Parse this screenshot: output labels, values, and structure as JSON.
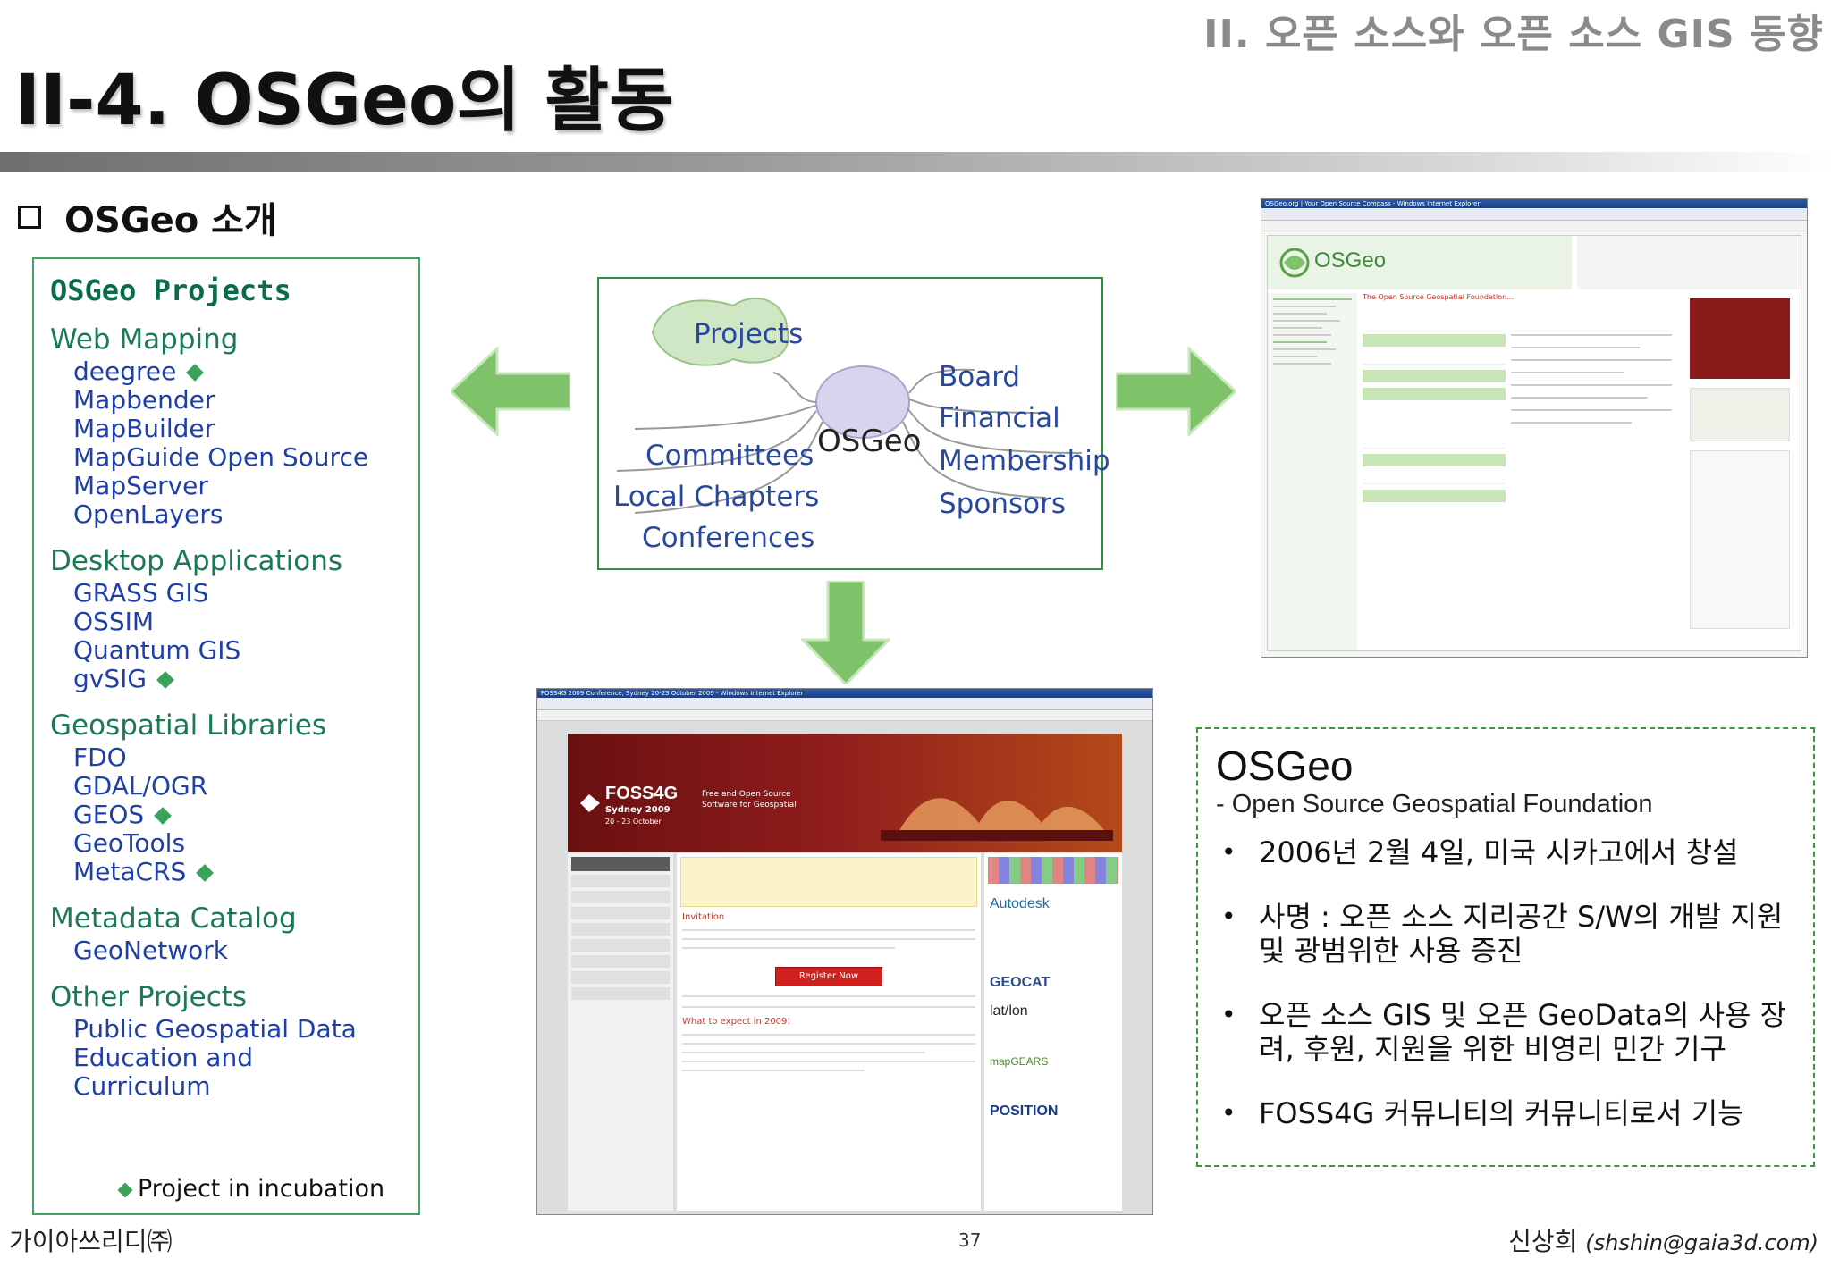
{
  "header": {
    "subtitle": "II. 오픈 소스와 오픈 소스 GIS 동향",
    "title": "II-4. OSGeo의 활동"
  },
  "section": {
    "heading": "OSGeo 소개"
  },
  "projects_panel": {
    "title": "OSGeo Projects",
    "groups": [
      {
        "category": "Web Mapping",
        "items": [
          "deegree",
          "Mapbender",
          "MapBuilder",
          "MapGuide Open Source",
          "MapServer",
          "OpenLayers"
        ]
      },
      {
        "category": "Desktop Applications",
        "items": [
          "GRASS GIS",
          "OSSIM",
          "Quantum GIS",
          "gvSIG"
        ]
      },
      {
        "category": "Geospatial Libraries",
        "items": [
          "FDO",
          "GDAL/OGR",
          "GEOS",
          "GeoTools",
          "MetaCRS"
        ]
      },
      {
        "category": "Metadata Catalog",
        "items": [
          "GeoNetwork"
        ]
      },
      {
        "category": "Other Projects",
        "items": [
          "Public Geospatial Data",
          "Education and",
          "Curriculum"
        ]
      }
    ],
    "incubation_note": "Project in incubation"
  },
  "mindmap": {
    "center": "OSGeo",
    "top": "Projects",
    "left": [
      "Committees",
      "Local Chapters",
      "Conferences"
    ],
    "right": [
      "Board",
      "Financial",
      "Membership",
      "Sponsors"
    ]
  },
  "screenshot_osgeo": {
    "window_title": "OSGeo.org | Your Open Source Compass - Windows Internet Explorer",
    "logo": "OSGeo",
    "heading": "The Open Source Geospatial Foundation..."
  },
  "screenshot_foss4g": {
    "window_title": "FOSS4G 2009 Conference, Sydney 20-23 October 2009 - Windows Internet Explorer",
    "banner_title": "FOSS4G",
    "banner_sub": "Sydney 2009",
    "banner_dates": "20 - 23 October",
    "banner_tag": "Free and Open Source Software for Geospatial",
    "register_button": "Register Now",
    "invitation": "Invitation",
    "expect": "What to expect in 2009!",
    "sponsor_logos": [
      "Autodesk",
      "GEOCAT",
      "lat/lon",
      "mapGEARS",
      "POSITION"
    ]
  },
  "info": {
    "title": "OSGeo",
    "subtitle": "- Open Source Geospatial Foundation",
    "bullets": [
      "2006년 2월 4일, 미국 시카고에서 창설",
      "사명 : 오픈 소스 지리공간 S/W의 개발 지원 및 광범위한 사용 증진",
      "오픈 소스 GIS 및 오픈 GeoData의 사용 장려, 후원, 지원을 위한 비영리 민간 기구",
      "FOSS4G 커뮤니티의 커뮤니티로서 기능"
    ]
  },
  "footer": {
    "left": "가이아쓰리디㈜",
    "page": "37",
    "right_name": "신상희",
    "right_email": "(shshin@gaia3d.com)"
  },
  "colors": {
    "accent_green": "#3aa35b",
    "project_blue": "#1f3fa8",
    "category_green": "#1a7a52",
    "arrow_green": "#7ec26a"
  }
}
